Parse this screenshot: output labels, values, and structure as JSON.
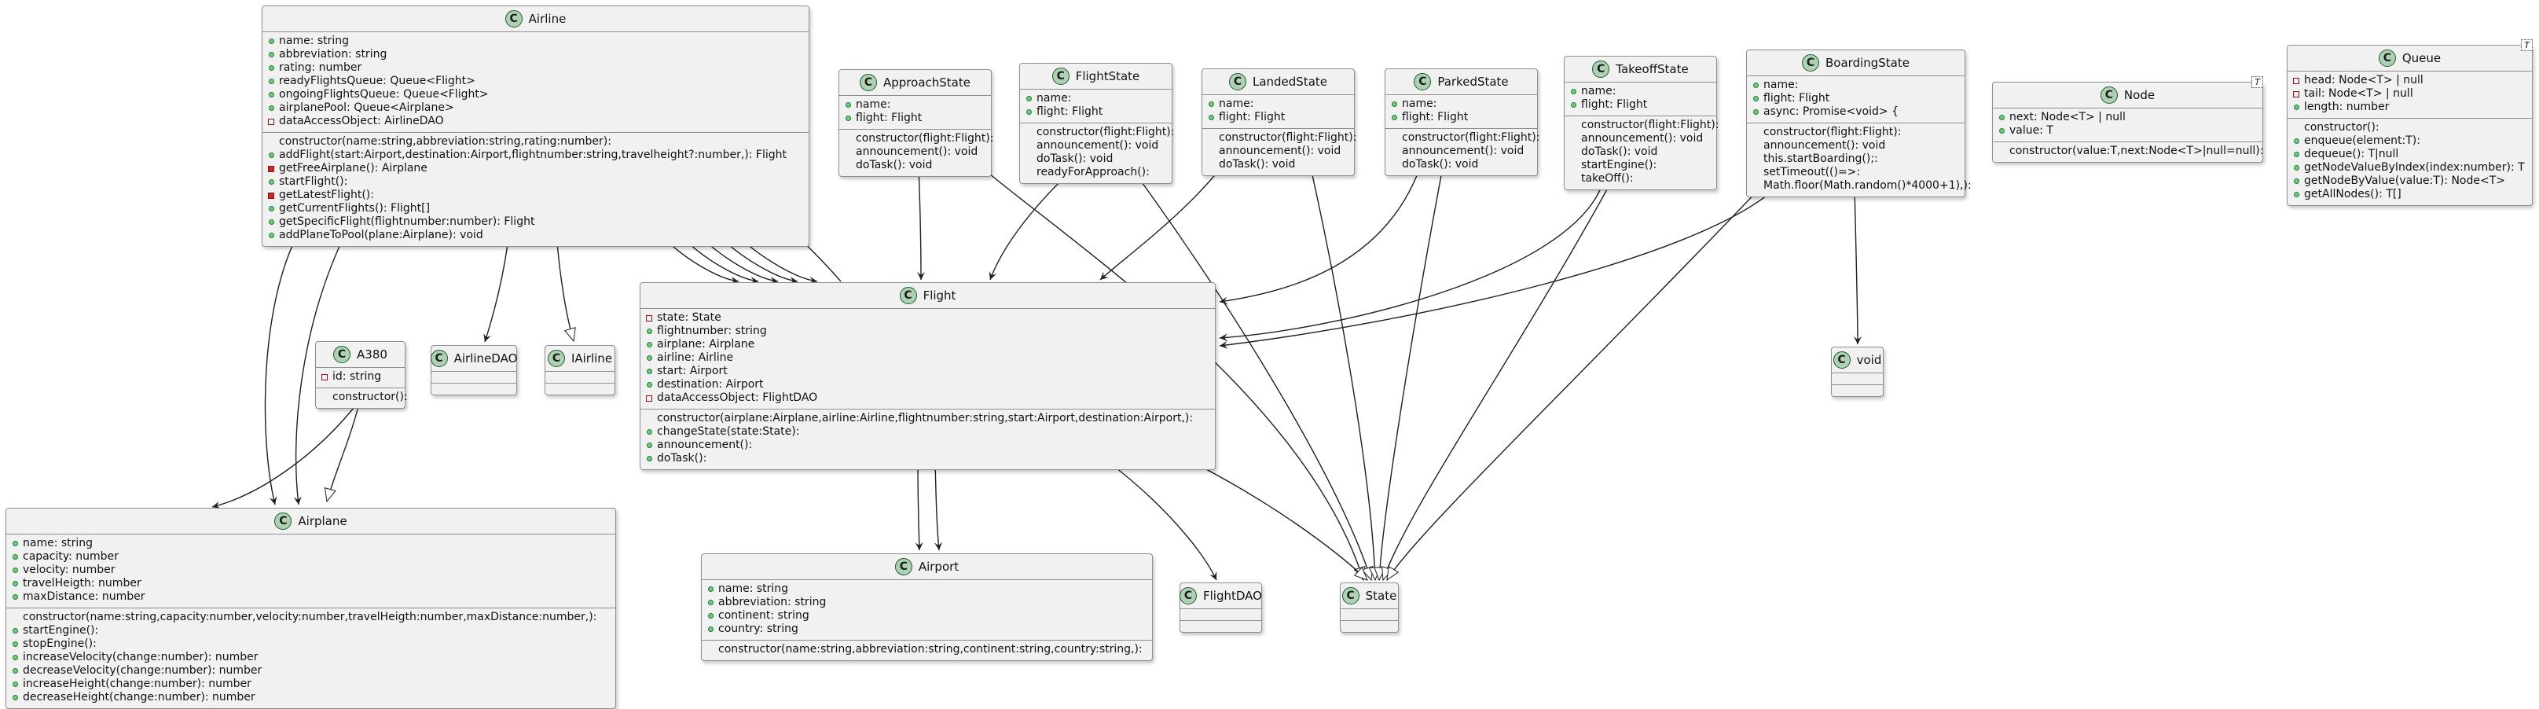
{
  "classes": [
    {
      "key": "Airline",
      "name": "Airline",
      "fields": [
        {
          "vis": "pub",
          "text": "name: string"
        },
        {
          "vis": "pub",
          "text": "abbreviation: string"
        },
        {
          "vis": "pub",
          "text": "rating: number"
        },
        {
          "vis": "pub",
          "text": "readyFlightsQueue: Queue<Flight>"
        },
        {
          "vis": "pub",
          "text": "ongoingFlightsQueue: Queue<Flight>"
        },
        {
          "vis": "pub",
          "text": "airplanePool: Queue<Airplane>"
        },
        {
          "vis": "priv",
          "text": "dataAccessObject: AirlineDAO"
        }
      ],
      "methods": [
        {
          "vis": "none",
          "text": "constructor(name:string,abbreviation:string,rating:number):"
        },
        {
          "vis": "pub",
          "text": "addFlight(start:Airport,destination:Airport,flightnumber:string,travelheight?:number,): Flight"
        },
        {
          "vis": "priv-f",
          "text": "getFreeAirplane(): Airplane"
        },
        {
          "vis": "pub",
          "text": "startFlight():"
        },
        {
          "vis": "priv-f",
          "text": "getLatestFlight():"
        },
        {
          "vis": "pub",
          "text": "getCurrentFlights(): Flight[]"
        },
        {
          "vis": "pub",
          "text": "getSpecificFlight(flightnumber:number): Flight"
        },
        {
          "vis": "pub",
          "text": "addPlaneToPool(plane:Airplane): void"
        }
      ]
    },
    {
      "key": "ApproachState",
      "name": "ApproachState",
      "fields": [
        {
          "vis": "pub",
          "text": "name:"
        },
        {
          "vis": "pub",
          "text": "flight: Flight"
        }
      ],
      "methods": [
        {
          "vis": "none",
          "text": "constructor(flight:Flight):"
        },
        {
          "vis": "none",
          "text": "announcement(): void"
        },
        {
          "vis": "none",
          "text": "doTask(): void"
        }
      ]
    },
    {
      "key": "FlightState",
      "name": "FlightState",
      "fields": [
        {
          "vis": "pub",
          "text": "name:"
        },
        {
          "vis": "pub",
          "text": "flight: Flight"
        }
      ],
      "methods": [
        {
          "vis": "none",
          "text": "constructor(flight:Flight):"
        },
        {
          "vis": "none",
          "text": "announcement(): void"
        },
        {
          "vis": "none",
          "text": "doTask(): void"
        },
        {
          "vis": "none",
          "text": "readyForApproach():"
        }
      ]
    },
    {
      "key": "LandedState",
      "name": "LandedState",
      "fields": [
        {
          "vis": "pub",
          "text": "name:"
        },
        {
          "vis": "pub",
          "text": "flight: Flight"
        }
      ],
      "methods": [
        {
          "vis": "none",
          "text": "constructor(flight:Flight):"
        },
        {
          "vis": "none",
          "text": "announcement(): void"
        },
        {
          "vis": "none",
          "text": "doTask(): void"
        }
      ]
    },
    {
      "key": "ParkedState",
      "name": "ParkedState",
      "fields": [
        {
          "vis": "pub",
          "text": "name:"
        },
        {
          "vis": "pub",
          "text": "flight: Flight"
        }
      ],
      "methods": [
        {
          "vis": "none",
          "text": "constructor(flight:Flight):"
        },
        {
          "vis": "none",
          "text": "announcement(): void"
        },
        {
          "vis": "none",
          "text": "doTask(): void"
        }
      ]
    },
    {
      "key": "TakeoffState",
      "name": "TakeoffState",
      "fields": [
        {
          "vis": "pub",
          "text": "name:"
        },
        {
          "vis": "pub",
          "text": "flight: Flight"
        }
      ],
      "methods": [
        {
          "vis": "none",
          "text": "constructor(flight:Flight):"
        },
        {
          "vis": "none",
          "text": "announcement(): void"
        },
        {
          "vis": "none",
          "text": "doTask(): void"
        },
        {
          "vis": "none",
          "text": "startEngine():"
        },
        {
          "vis": "none",
          "text": "takeOff():"
        }
      ]
    },
    {
      "key": "BoardingState",
      "name": "BoardingState",
      "fields": [
        {
          "vis": "pub",
          "text": "name:"
        },
        {
          "vis": "pub",
          "text": "flight: Flight"
        },
        {
          "vis": "pub",
          "text": "async: Promise<void> {"
        }
      ],
      "methods": [
        {
          "vis": "none",
          "text": "constructor(flight:Flight):"
        },
        {
          "vis": "none",
          "text": "announcement(): void"
        },
        {
          "vis": "none",
          "text": "this.startBoarding();:"
        },
        {
          "vis": "none",
          "text": "setTimeout(()=>:"
        },
        {
          "vis": "none",
          "text": "Math.floor(Math.random()*4000+1),):"
        }
      ]
    },
    {
      "key": "Node",
      "name": "Node",
      "tparam": "T",
      "fields": [
        {
          "vis": "pub",
          "text": "next: Node<T> | null"
        },
        {
          "vis": "pub",
          "text": "value: T"
        }
      ],
      "methods": [
        {
          "vis": "none",
          "text": "constructor(value:T,next:Node<T>|null=null):"
        }
      ]
    },
    {
      "key": "Queue",
      "name": "Queue",
      "tparam": "T",
      "fields": [
        {
          "vis": "priv",
          "text": "head: Node<T> | null"
        },
        {
          "vis": "priv",
          "text": "tail: Node<T> | null"
        },
        {
          "vis": "pub",
          "text": "length: number"
        }
      ],
      "methods": [
        {
          "vis": "none",
          "text": "constructor():"
        },
        {
          "vis": "pub",
          "text": "enqueue(element:T):"
        },
        {
          "vis": "pub",
          "text": "dequeue(): T|null"
        },
        {
          "vis": "pub",
          "text": "getNodeValueByIndex(index:number): T"
        },
        {
          "vis": "pub",
          "text": "getNodeByValue(value:T): Node<T>"
        },
        {
          "vis": "pub",
          "text": "getAllNodes(): T[]"
        }
      ]
    },
    {
      "key": "A380",
      "name": "A380",
      "fields": [
        {
          "vis": "priv",
          "text": "id: string"
        }
      ],
      "methods": [
        {
          "vis": "none",
          "text": "constructor():"
        }
      ]
    },
    {
      "key": "AirlineDAO",
      "name": "AirlineDAO",
      "fields": [],
      "methods": []
    },
    {
      "key": "IAirline",
      "name": "IAirline",
      "fields": [],
      "methods": []
    },
    {
      "key": "Flight",
      "name": "Flight",
      "fields": [
        {
          "vis": "priv",
          "text": "state: State"
        },
        {
          "vis": "pub",
          "text": "flightnumber: string"
        },
        {
          "vis": "pub",
          "text": "airplane: Airplane"
        },
        {
          "vis": "pub",
          "text": "airline: Airline"
        },
        {
          "vis": "pub",
          "text": "start: Airport"
        },
        {
          "vis": "pub",
          "text": "destination: Airport"
        },
        {
          "vis": "priv",
          "text": "dataAccessObject: FlightDAO"
        }
      ],
      "methods": [
        {
          "vis": "none",
          "text": "constructor(airplane:Airplane,airline:Airline,flightnumber:string,start:Airport,destination:Airport,):"
        },
        {
          "vis": "pub",
          "text": "changeState(state:State):"
        },
        {
          "vis": "pub",
          "text": "announcement():"
        },
        {
          "vis": "pub",
          "text": "doTask():"
        }
      ]
    },
    {
      "key": "void",
      "name": "void",
      "fields": [],
      "methods": []
    },
    {
      "key": "Airplane",
      "name": "Airplane",
      "fields": [
        {
          "vis": "pub",
          "text": "name: string"
        },
        {
          "vis": "pub",
          "text": "capacity: number"
        },
        {
          "vis": "pub",
          "text": "velocity: number"
        },
        {
          "vis": "pub",
          "text": "travelHeigth: number"
        },
        {
          "vis": "pub",
          "text": "maxDistance: number"
        }
      ],
      "methods": [
        {
          "vis": "none",
          "text": "constructor(name:string,capacity:number,velocity:number,travelHeigth:number,maxDistance:number,):"
        },
        {
          "vis": "pub",
          "text": "startEngine():"
        },
        {
          "vis": "pub",
          "text": "stopEngine():"
        },
        {
          "vis": "pub",
          "text": "increaseVelocity(change:number): number"
        },
        {
          "vis": "pub",
          "text": "decreaseVelocity(change:number): number"
        },
        {
          "vis": "pub",
          "text": "increaseHeight(change:number): number"
        },
        {
          "vis": "pub",
          "text": "decreaseHeight(change:number): number"
        }
      ]
    },
    {
      "key": "Airport",
      "name": "Airport",
      "fields": [
        {
          "vis": "pub",
          "text": "name: string"
        },
        {
          "vis": "pub",
          "text": "abbreviation: string"
        },
        {
          "vis": "pub",
          "text": "continent: string"
        },
        {
          "vis": "pub",
          "text": "country: string"
        }
      ],
      "methods": [
        {
          "vis": "none",
          "text": "constructor(name:string,abbreviation:string,continent:string,country:string,):"
        }
      ]
    },
    {
      "key": "FlightDAO",
      "name": "FlightDAO",
      "fields": [],
      "methods": []
    },
    {
      "key": "State",
      "name": "State",
      "fields": [],
      "methods": []
    }
  ],
  "relations": [
    {
      "from": "Airline",
      "to": "Airplane",
      "kind": "association"
    },
    {
      "from": "Airline",
      "to": "Airplane",
      "kind": "association"
    },
    {
      "from": "Airline",
      "to": "AirlineDAO",
      "kind": "association"
    },
    {
      "from": "Airline",
      "to": "IAirline",
      "kind": "realization"
    },
    {
      "from": "Airline",
      "to": "Flight",
      "kind": "association"
    },
    {
      "from": "Airline",
      "to": "Flight",
      "kind": "association"
    },
    {
      "from": "Airline",
      "to": "Flight",
      "kind": "association"
    },
    {
      "from": "Airline",
      "to": "Flight",
      "kind": "association"
    },
    {
      "from": "Airline",
      "to": "Flight",
      "kind": "association"
    },
    {
      "from": "Flight",
      "to": "Airline",
      "kind": "association"
    },
    {
      "from": "A380",
      "to": "Airplane",
      "kind": "inheritance"
    },
    {
      "from": "ApproachState",
      "to": "Flight",
      "kind": "association"
    },
    {
      "from": "ApproachState",
      "to": "State",
      "kind": "realization"
    },
    {
      "from": "FlightState",
      "to": "Flight",
      "kind": "association"
    },
    {
      "from": "FlightState",
      "to": "State",
      "kind": "realization"
    },
    {
      "from": "LandedState",
      "to": "Flight",
      "kind": "association"
    },
    {
      "from": "LandedState",
      "to": "State",
      "kind": "realization"
    },
    {
      "from": "ParkedState",
      "to": "Flight",
      "kind": "association"
    },
    {
      "from": "ParkedState",
      "to": "State",
      "kind": "realization"
    },
    {
      "from": "TakeoffState",
      "to": "Flight",
      "kind": "association"
    },
    {
      "from": "TakeoffState",
      "to": "State",
      "kind": "realization"
    },
    {
      "from": "BoardingState",
      "to": "Flight",
      "kind": "association"
    },
    {
      "from": "BoardingState",
      "to": "State",
      "kind": "realization"
    },
    {
      "from": "BoardingState",
      "to": "void",
      "kind": "association"
    },
    {
      "from": "Flight",
      "to": "Airplane",
      "kind": "association"
    },
    {
      "from": "Flight",
      "to": "Airport",
      "kind": "association"
    },
    {
      "from": "Flight",
      "to": "Airport",
      "kind": "association"
    },
    {
      "from": "Flight",
      "to": "FlightDAO",
      "kind": "association"
    },
    {
      "from": "Flight",
      "to": "State",
      "kind": "realization"
    }
  ],
  "colors": {
    "class_bg": "#f1f1f1",
    "class_border": "#8f8f8f",
    "badge_bg": "#add1b2",
    "edge": "#1f1f1f"
  }
}
